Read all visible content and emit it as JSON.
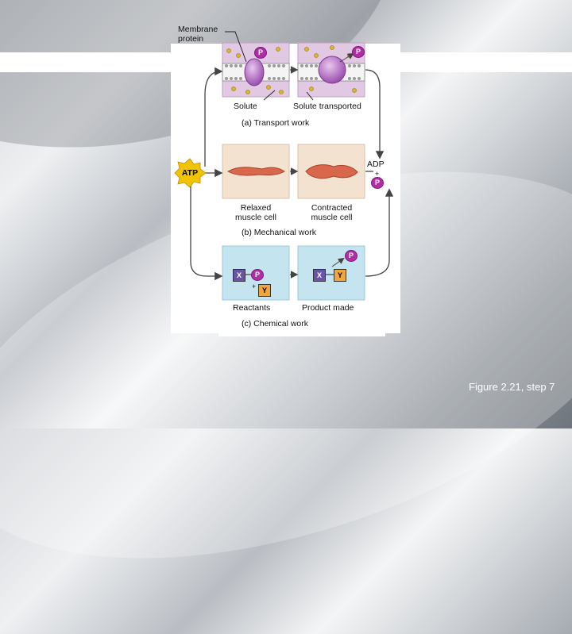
{
  "labels": {
    "membrane_protein": "Membrane\nprotein",
    "solute": "Solute",
    "solute_transported": "Solute transported",
    "transport_work": "(a) Transport work",
    "atp": "ATP",
    "adp": "ADP",
    "plus": "+",
    "relaxed": "Relaxed\nmuscle cell",
    "contracted": "Contracted\nmuscle cell",
    "mechanical_work": "(b) Mechanical work",
    "reactants": "Reactants",
    "product_made": "Product made",
    "chemical_work": "(c) Chemical work",
    "phosphate": "P",
    "x": "X",
    "y": "Y"
  },
  "caption": "Figure 2.21, step 7",
  "colors": {
    "membrane_panel": "#e2c9e3",
    "muscle_panel": "#f3e2cf",
    "chemical_panel": "#c4e4ef",
    "phosphate": "#b02da8",
    "atp_star": "#f2c400",
    "atp_text": "#000000",
    "muscle": "#d9674c",
    "protein": "#b878c4",
    "solute": "#d8b52a",
    "caption": "#ffffff"
  }
}
